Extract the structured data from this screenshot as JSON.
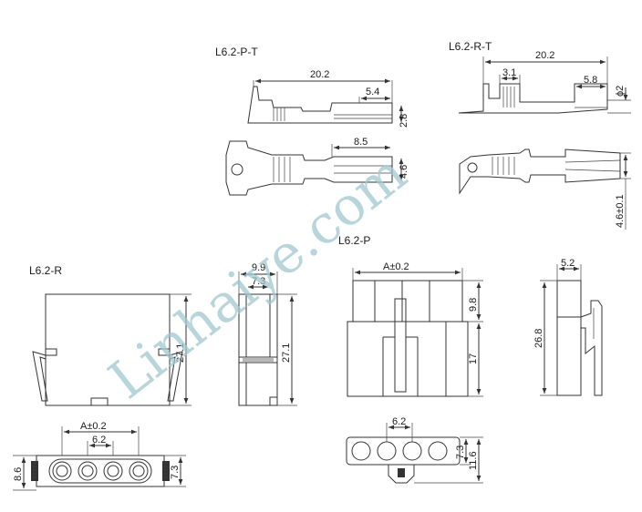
{
  "labels": {
    "l62pt": "L6.2-P-T",
    "l62rt": "L6.2-R-T",
    "l62r": "L6.2-R",
    "l62p": "L6.2-P"
  },
  "dims": {
    "pt_length": "20.2",
    "pt_tip": "5.4",
    "pt_height": "2.8",
    "pt_barrel": "8.5",
    "pt_width": "4.6",
    "rt_length": "20.2",
    "rt_crimp": "3.1",
    "rt_tip": "5.8",
    "rt_dia": "ϕ2",
    "rt_width": "4.6±0.1",
    "r_side_height": "27.1",
    "r_side_outer": "9.9",
    "r_side_inner": "7.3",
    "r_side_h2": "27.1",
    "p_front_width": "A±0.2",
    "p_top": "9.8",
    "p_bottom": "17",
    "p_side_width": "5.2",
    "p_side_height": "26.8",
    "r_bottom_width": "A±0.2",
    "r_bottom_pitch": "6.2",
    "r_bottom_h1": "8.6",
    "r_bottom_h2": "7.3",
    "p_bottom_pitch": "6.2",
    "p_bottom_h1": "7.3",
    "p_bottom_h2": "11.6"
  },
  "watermark": "Linhaiye.com",
  "colors": {
    "line": "#333333",
    "watermark": "#9fc7cd"
  }
}
